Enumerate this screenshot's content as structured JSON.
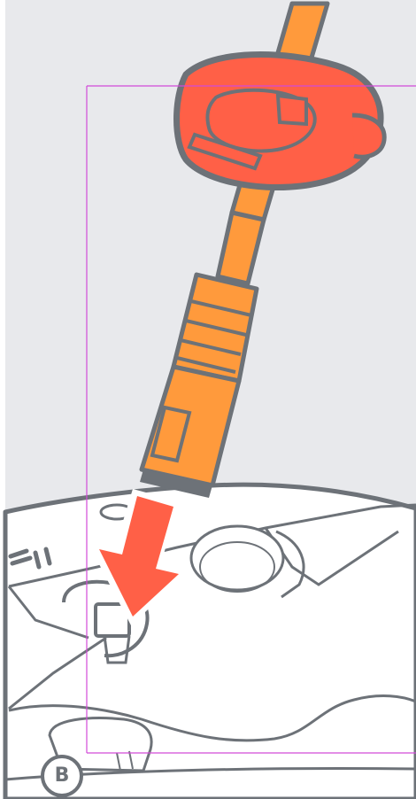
{
  "step": {
    "label": "B"
  },
  "icons": [
    "ethernet-cable",
    "cable-ring-clip",
    "rj45-plug",
    "insert-arrow",
    "router-port"
  ],
  "colors": {
    "background": "#e8e9ec",
    "ring": "#ff6047",
    "cable": "#ff9a3c",
    "arrow": "#ff6047",
    "outline": "#6d7278",
    "device": "#ffffff",
    "guide": "#d24ad8"
  }
}
